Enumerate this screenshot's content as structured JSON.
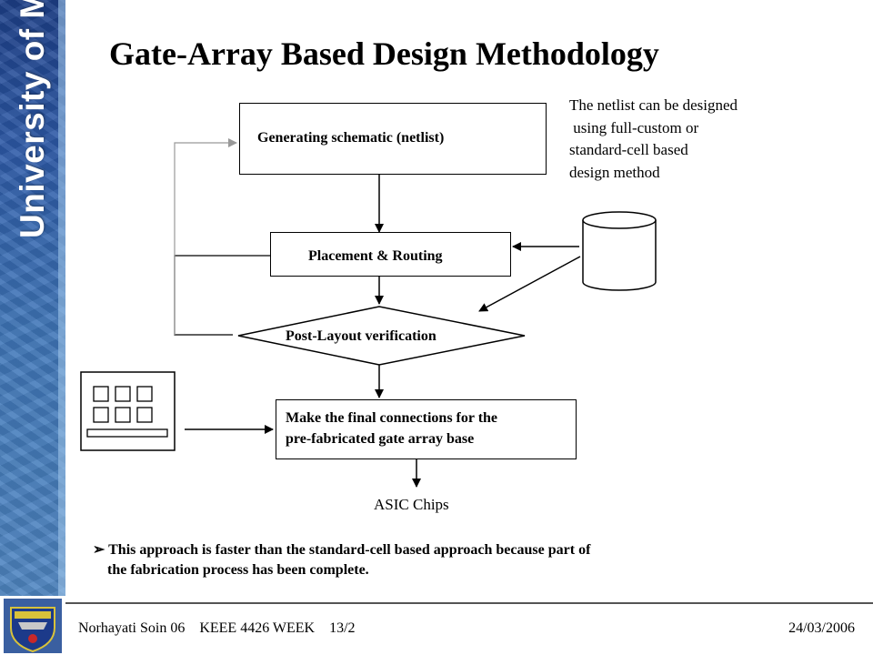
{
  "title": "Gate-Array Based Design Methodology",
  "sidebar": {
    "university": "University of Malaya"
  },
  "flow": {
    "step1": "Generating schematic (netlist)",
    "step2": "Placement & Routing",
    "step3": "Post-Layout verification",
    "step4_line1": "Make the final connections for the",
    "step4_line2": "pre-fabricated gate array base",
    "output": "ASIC Chips"
  },
  "note": "The netlist can be designed\n using full-custom or\nstandard-cell based\ndesign method",
  "bullet": {
    "marker": "➢",
    "text": "This approach is faster than the standard-cell based approach because part of\n    the fabrication process has been complete."
  },
  "footer": {
    "left": "Norhayati Soin 06    KEEE 4426 WEEK    13/2",
    "right": "24/03/2006"
  }
}
